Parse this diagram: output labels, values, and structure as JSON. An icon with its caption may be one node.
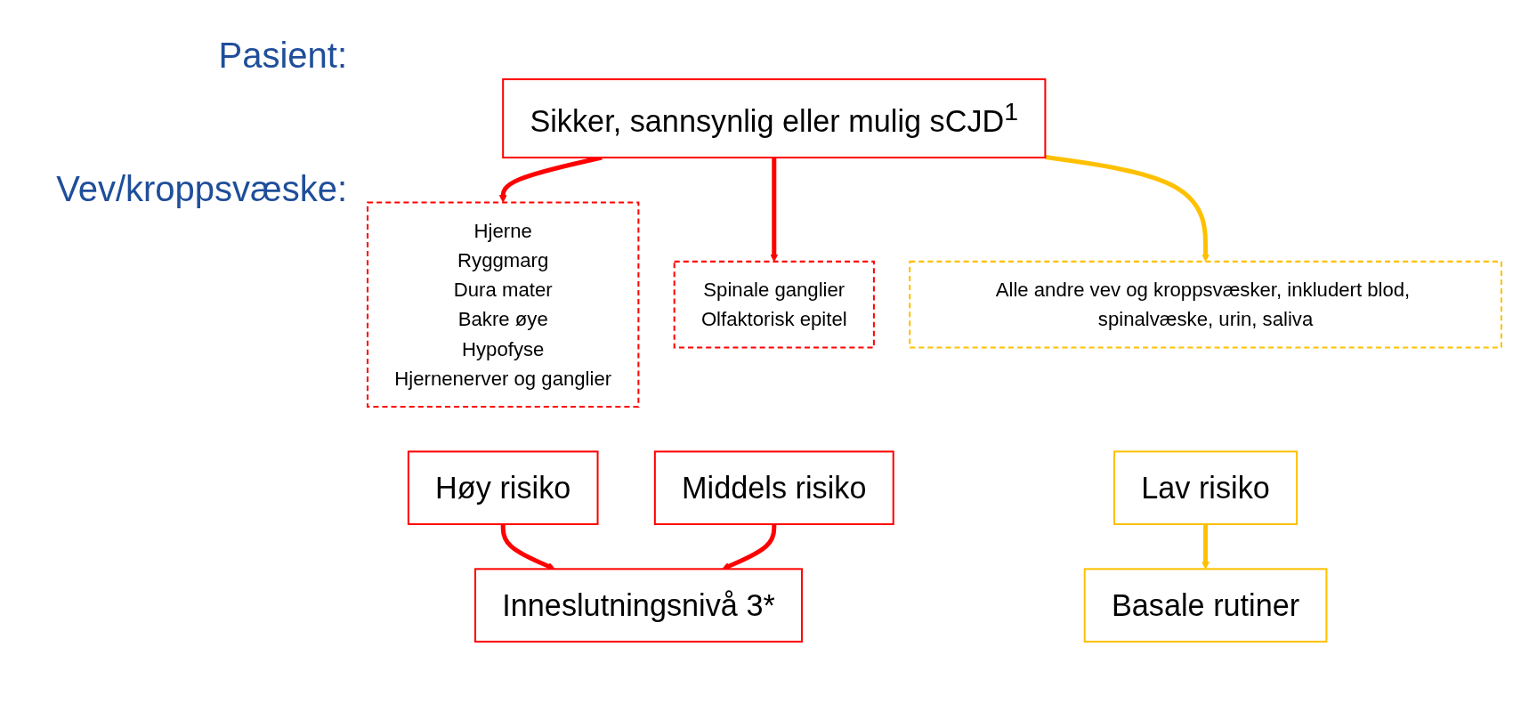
{
  "diagram": {
    "nodes": [
      {
        "text": [
          "Sikker, sannsynlig eller mulig sCJD$^{1}$"
        ]
      },
      {
        "text": [
          "Hjerne",
          "Ryggmarg",
          "Dura mater",
          "Bakre øye",
          "Hypofyse",
          "Hjernenerver og ganglier"
        ]
      },
      {
        "text": [
          "Spinale ganglier",
          "Olfaktorisk epitel"
        ]
      },
      {
        "text": [
          "Alle andre vev og kroppsvæsker, inkludert blod, spinalvæske, urin, saliva"
        ]
      },
      {
        "text": [
          "Høy risiko"
        ]
      },
      {
        "text": [
          "Middels risiko"
        ]
      },
      {
        "text": [
          "Lav risiko"
        ]
      },
      {
        "text": [
          "Inneslutningsnivå 3*"
        ]
      },
      {
        "text": [
          "Basale rutiner"
        ]
      }
    ],
    "edges": [
      {
        "from": 0,
        "to": 1,
        "arrow": "to"
      },
      {
        "from": 0,
        "to": 2,
        "arrow": "to"
      },
      {
        "from": 0,
        "to": 3,
        "arrow": "to",
        "color": "#ffc000"
      },
      {
        "from": 4,
        "to": 7,
        "arrow": "to"
      },
      {
        "from": 5,
        "to": 7,
        "arrow": "to"
      },
      {
        "from": 6,
        "to": 8,
        "arrow": "to",
        "color": "#ffc000"
      }
    ],
    "labels": [
      "Pasient:",
      "Vev/kroppsvæske:"
    ]
  }
}
